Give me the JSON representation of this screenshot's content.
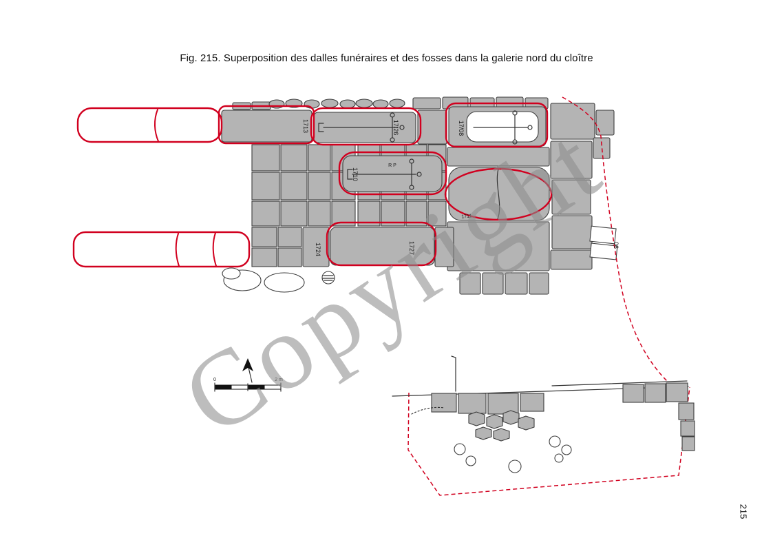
{
  "page": {
    "caption": "Fig. 215. Superposition des dalles funéraires et des fosses dans la galerie nord du cloître",
    "watermark": "Copyright",
    "page_number": "215"
  },
  "plan": {
    "labels": {
      "s1713": "1713",
      "s1726": "17/26",
      "s1708": "17/08",
      "s1710": "1710",
      "rp": "R P",
      "s1711": "1711",
      "s1724": "1724",
      "s1727": "1727",
      "s06": "06"
    },
    "scale": {
      "zero": "0",
      "max": "2 m"
    }
  },
  "colors": {
    "fosse_red": "#d1001f",
    "slab_gray": "#b4b4b4",
    "ink": "#333333",
    "watermark_gray": "#8e8e8e"
  }
}
